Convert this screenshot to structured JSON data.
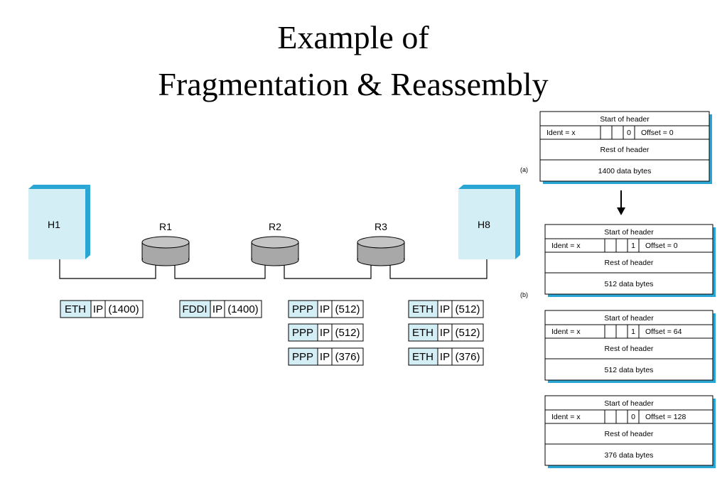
{
  "title": {
    "line1": "Example of",
    "line2": "Fragmentation & Reassembly"
  },
  "colors": {
    "host_fill": "#d4eef5",
    "host_dark": "#29a6d4",
    "router_fill": "#a8a8a8",
    "packet_proto_fill": "#d4eef5"
  },
  "hosts": [
    {
      "label": "H1"
    },
    {
      "label": "H8"
    }
  ],
  "routers": [
    {
      "label": "R1"
    },
    {
      "label": "R2"
    },
    {
      "label": "R3"
    }
  ],
  "packet_groups": [
    {
      "packets": [
        {
          "proto": "ETH",
          "ip": "IP",
          "size": "(1400)"
        }
      ]
    },
    {
      "packets": [
        {
          "proto": "FDDI",
          "ip": "IP",
          "size": "(1400)"
        }
      ]
    },
    {
      "packets": [
        {
          "proto": "PPP",
          "ip": "IP",
          "size": "(512)"
        },
        {
          "proto": "PPP",
          "ip": "IP",
          "size": "(512)"
        },
        {
          "proto": "PPP",
          "ip": "IP",
          "size": "(376)"
        }
      ]
    },
    {
      "packets": [
        {
          "proto": "ETH",
          "ip": "IP",
          "size": "(512)"
        },
        {
          "proto": "ETH",
          "ip": "IP",
          "size": "(512)"
        },
        {
          "proto": "ETH",
          "ip": "IP",
          "size": "(376)"
        }
      ]
    }
  ],
  "datagrams": [
    {
      "start": "Start of header",
      "ident": "Ident = x",
      "mf": "0",
      "offset": "Offset = 0",
      "rest": "Rest of header",
      "data": "1400 data bytes"
    },
    {
      "start": "Start of header",
      "ident": "Ident = x",
      "mf": "1",
      "offset": "Offset = 0",
      "rest": "Rest of header",
      "data": "512 data bytes"
    },
    {
      "start": "Start of header",
      "ident": "Ident = x",
      "mf": "1",
      "offset": "Offset = 64",
      "rest": "Rest of header",
      "data": "512 data bytes"
    },
    {
      "start": "Start of header",
      "ident": "Ident = x",
      "mf": "0",
      "offset": "Offset = 128",
      "rest": "Rest of header",
      "data": "376 data bytes"
    }
  ],
  "part_labels": {
    "a": "(a)",
    "b": "(b)"
  }
}
